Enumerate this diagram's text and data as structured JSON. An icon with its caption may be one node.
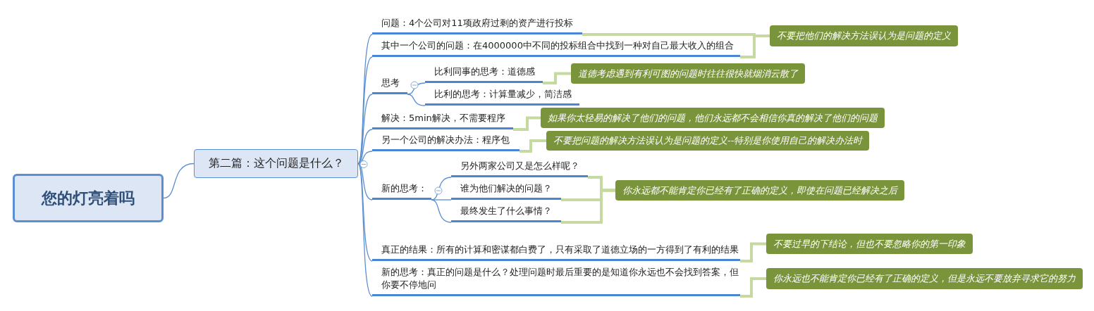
{
  "diagram": {
    "nodes": [
      {
        "text": [
          "您的灯亮着吗"
        ]
      },
      {
        "text": [
          "第二篇：这个问题是什么？"
        ]
      },
      {
        "text": [
          "问题：4个公司对11项政府过剩的资产进行投标"
        ]
      },
      {
        "text": [
          "其中一个公司的问题：在4000000中不同的投标组合中找到一种对自己最大收入的组合"
        ]
      },
      {
        "text": [
          "思考"
        ]
      },
      {
        "text": [
          "比利同事的思考：道德感"
        ]
      },
      {
        "text": [
          "比利的思考：计算量减少，简洁感"
        ]
      },
      {
        "text": [
          "解决：5min解决，不需要程序"
        ]
      },
      {
        "text": [
          "另一个公司的解决办法：程序包"
        ]
      },
      {
        "text": [
          "新的思考："
        ]
      },
      {
        "text": [
          "另外两家公司又是怎么样呢？"
        ]
      },
      {
        "text": [
          "谁为他们解决的问题？"
        ]
      },
      {
        "text": [
          "最终发生了什么事情？"
        ]
      },
      {
        "text": [
          "真正的结果：所有的计算和密谋都白费了，只有采取了道德立场的一方得到了有利的结果"
        ]
      },
      {
        "text": [
          "新的思考：真正的问题是什么？处理问题时最后重要的是知道你永远也不会找到答案，但你要不停地问"
        ]
      },
      {
        "text": [
          "不要把他们的解决方法误认为是问题的定义"
        ]
      },
      {
        "text": [
          "道德考虑遇到有利可图的问题时往往很快就烟消云散了"
        ]
      },
      {
        "text": [
          "如果你太轻易的解决了他们的问题，他们永远都不会相信你真的解决了他们的问题"
        ]
      },
      {
        "text": [
          "不要把问题的解决方法误认为是问题的定义--特别是你使用自己的解决办法时"
        ]
      },
      {
        "text": [
          "你永远都不能肯定你已经有了正确的定义，即使在问题已经解决之后"
        ]
      },
      {
        "text": [
          "不要过早的下结论，但也不要忽略你的第一印象"
        ]
      },
      {
        "text": [
          "你永远也不能肯定你已经有了正确的定义，但是永远不要放弃寻求它的努力"
        ]
      }
    ],
    "edges": [
      {
        "from": 0,
        "to": 1,
        "arrow": "none"
      },
      {
        "from": 1,
        "to": 2,
        "arrow": "none"
      },
      {
        "from": 1,
        "to": 3,
        "arrow": "none"
      },
      {
        "from": 1,
        "to": 4,
        "arrow": "none"
      },
      {
        "from": 4,
        "to": 5,
        "arrow": "none"
      },
      {
        "from": 4,
        "to": 6,
        "arrow": "none"
      },
      {
        "from": 1,
        "to": 7,
        "arrow": "none"
      },
      {
        "from": 1,
        "to": 8,
        "arrow": "none"
      },
      {
        "from": 1,
        "to": 9,
        "arrow": "none"
      },
      {
        "from": 9,
        "to": 10,
        "arrow": "none"
      },
      {
        "from": 9,
        "to": 11,
        "arrow": "none"
      },
      {
        "from": 9,
        "to": 12,
        "arrow": "none"
      },
      {
        "from": 1,
        "to": 13,
        "arrow": "none"
      },
      {
        "from": 1,
        "to": 14,
        "arrow": "none"
      },
      {
        "from": 2,
        "to": 15,
        "arrow": "none",
        "style": "thick",
        "color": "#c5d9a0"
      },
      {
        "from": 3,
        "to": 15,
        "arrow": "none",
        "style": "thick",
        "color": "#c5d9a0"
      },
      {
        "from": 5,
        "to": 16,
        "arrow": "none",
        "style": "thick",
        "color": "#c5d9a0"
      },
      {
        "from": 7,
        "to": 17,
        "arrow": "none",
        "style": "thick",
        "color": "#c5d9a0"
      },
      {
        "from": 8,
        "to": 18,
        "arrow": "none",
        "style": "thick",
        "color": "#c5d9a0"
      },
      {
        "from": 10,
        "to": 19,
        "arrow": "none",
        "style": "thick",
        "color": "#c5d9a0"
      },
      {
        "from": 11,
        "to": 19,
        "arrow": "none",
        "style": "thick",
        "color": "#c5d9a0"
      },
      {
        "from": 12,
        "to": 19,
        "arrow": "none",
        "style": "thick",
        "color": "#c5d9a0"
      },
      {
        "from": 13,
        "to": 20,
        "arrow": "none",
        "style": "thick",
        "color": "#c5d9a0"
      },
      {
        "from": 14,
        "to": 21,
        "arrow": "none",
        "style": "thick",
        "color": "#c5d9a0"
      }
    ]
  }
}
